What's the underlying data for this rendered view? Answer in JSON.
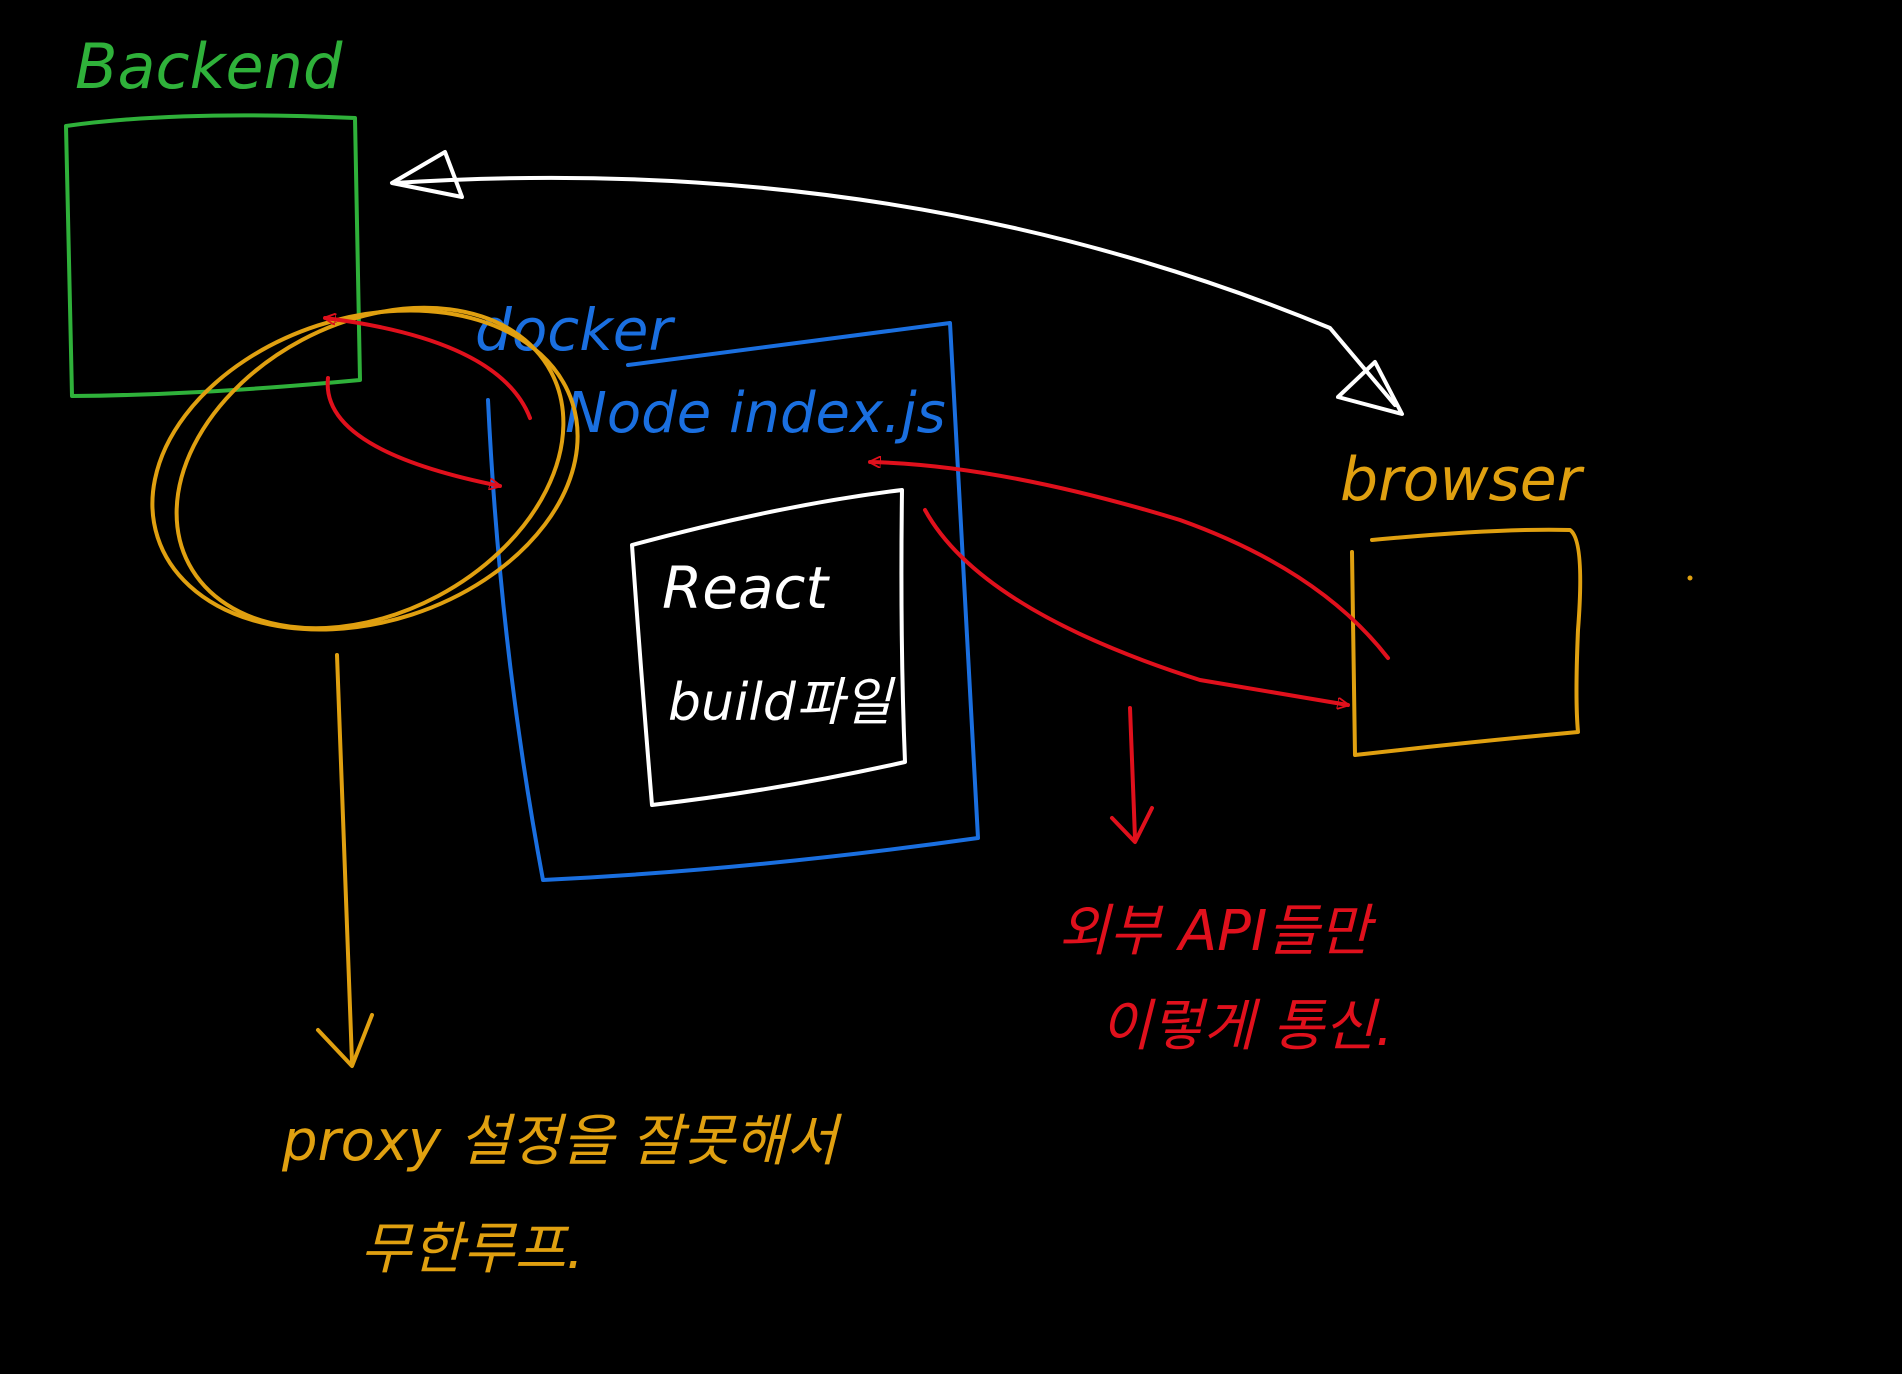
{
  "colors": {
    "background": "#000000",
    "backend": "#2fb13a",
    "docker": "#1a6fe0",
    "browser": "#e0a010",
    "react": "#ffffff",
    "request_arrow": "#e0101c",
    "circle": "#e0a010",
    "note_proxy": "#e0a010",
    "note_api": "#e0101c"
  },
  "labels": {
    "backend": "Backend",
    "docker": "docker",
    "node": "Node index.js",
    "react_line1": "React",
    "react_line2": "build파일",
    "browser": "browser"
  },
  "notes": {
    "proxy_line1": "proxy 설정을 잘못해서",
    "proxy_line2": "무한루프.",
    "api_line1": "외부 API들만",
    "api_line2": "이렇게 통신."
  }
}
